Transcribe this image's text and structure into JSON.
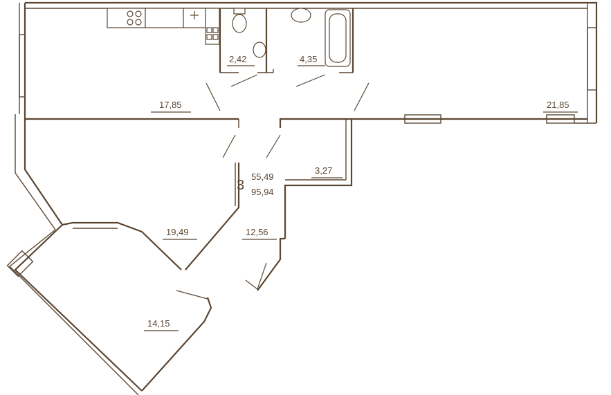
{
  "plan": {
    "room_count": "3",
    "living_area": "55,49",
    "total_area": "95,94",
    "rooms": [
      {
        "id": "room-living-left",
        "area": "17,85"
      },
      {
        "id": "room-wc",
        "area": "2,42"
      },
      {
        "id": "room-bath",
        "area": "4,35"
      },
      {
        "id": "room-right",
        "area": "21,85"
      },
      {
        "id": "room-storage",
        "area": "3,27"
      },
      {
        "id": "room-bedroom",
        "area": "19,49"
      },
      {
        "id": "room-hall",
        "area": "12,56"
      },
      {
        "id": "room-corner",
        "area": "14,15"
      }
    ]
  },
  "colors": {
    "line": "#5a4632",
    "background": "#ffffff"
  }
}
